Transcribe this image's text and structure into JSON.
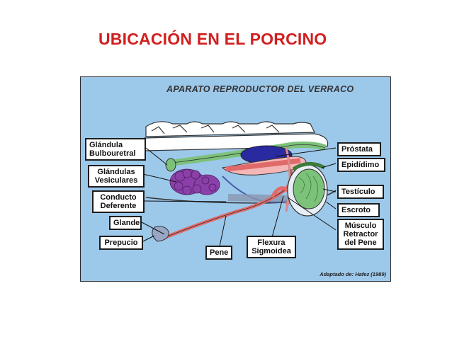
{
  "slide": {
    "title": "UBICACIÓN EN EL PORCINO"
  },
  "diagram": {
    "title": "APARATO REPRODUCTOR DEL VERRACO",
    "credit": "Adaptado de: Hafez (1989)",
    "labels": {
      "glandula_bulbouretral": "Glándula\nBulbouretral",
      "glandulas_vesiculares": "Glándulas\nVesiculares",
      "conducto_deferente": "Conducto\nDeferente",
      "glande": "Glande",
      "prepucio": "Prepucio",
      "pene": "Pene",
      "flexura_sigmoidea": "Flexura\nSigmoidea",
      "prostata": "Próstata",
      "epididimo": "Epidídimo",
      "testiculo": "Testículo",
      "escroto": "Escroto",
      "musculo_retractor": "Músculo\nRetractor\ndel Pene"
    },
    "colors": {
      "background": "#9cc8ea",
      "bulbouretral": "#7cc27a",
      "vesicular": "#8b3fa8",
      "prostate": "#2a2aa0",
      "urethra": "#e06a6a",
      "testis": "#7cc27a",
      "title": "#d11f1f"
    }
  }
}
